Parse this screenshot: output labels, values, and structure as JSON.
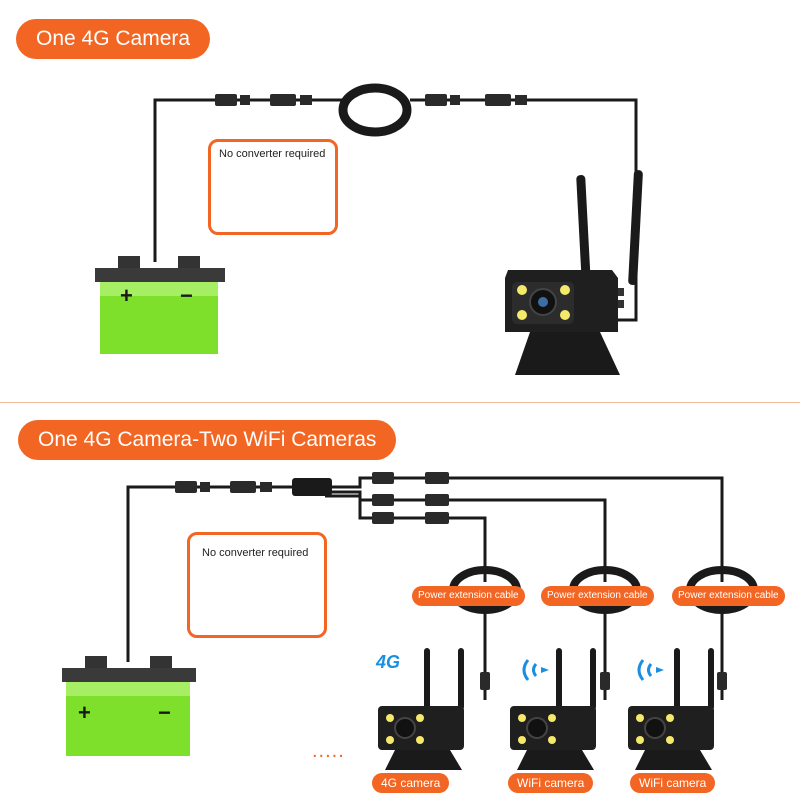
{
  "section1": {
    "title": "One 4G Camera",
    "note": "No converter required"
  },
  "section2": {
    "title": "One 4G Camera-Two WiFi Cameras",
    "note": "No converter required",
    "extension_labels": [
      "Power extension cable",
      "Power extension cable",
      "Power extension cable"
    ],
    "camera_labels": [
      "4G camera",
      "WiFi camera",
      "WiFi camera"
    ],
    "badge_4g": "4G",
    "ellipsis": "....."
  },
  "battery": {
    "plus": "+",
    "minus": "−"
  },
  "colors": {
    "accent": "#f26522",
    "battery": "#7ee02a",
    "wifi": "#1a8fe0",
    "cable": "#1a1a1a"
  }
}
